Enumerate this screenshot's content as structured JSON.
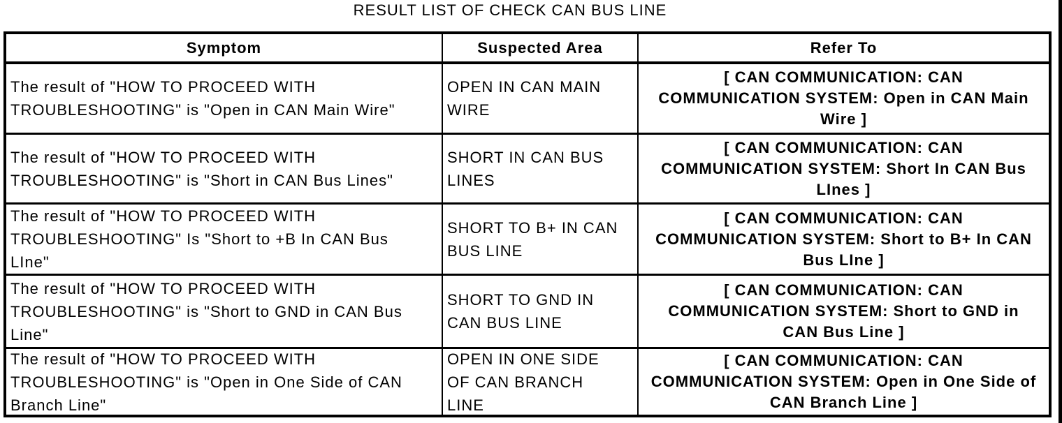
{
  "title": "RESULT LIST OF CHECK CAN BUS LINE",
  "colors": {
    "border": "#000000",
    "background": "#ffffff",
    "text": "#000000"
  },
  "table": {
    "headers": {
      "symptom": "Symptom",
      "suspected_area": "Suspected Area",
      "refer_to": "Refer To"
    },
    "rows": [
      {
        "symptom": "The result of \"HOW TO PROCEED WITH\nTROUBLESHOOTING\" is \"Open in CAN Main Wire\"",
        "suspected_area": "OPEN IN CAN MAIN\nWIRE",
        "refer_to": "[ CAN COMMUNICATION: CAN\nCOMMUNICATION SYSTEM: Open in CAN Main\nWire ]"
      },
      {
        "symptom": "The result of \"HOW TO PROCEED WITH\nTROUBLESHOOTING\" is \"Short in CAN Bus Lines\"",
        "suspected_area": "SHORT IN CAN BUS\nLINES",
        "refer_to": "[ CAN COMMUNICATION: CAN\nCOMMUNICATION SYSTEM: Short In CAN Bus\nLInes ]"
      },
      {
        "symptom": "The result of \"HOW TO PROCEED WITH\nTROUBLESHOOTING\" Is \"Short to +B In CAN Bus\nLIne\"",
        "suspected_area": "SHORT TO B+ IN CAN\nBUS LINE",
        "refer_to": "[ CAN COMMUNICATION: CAN\nCOMMUNICATION SYSTEM: Short to B+ In CAN\nBus LIne ]"
      },
      {
        "symptom": "The result of \"HOW TO PROCEED WITH\nTROUBLESHOOTING\" is \"Short to GND in CAN Bus\nLine\"",
        "suspected_area": "SHORT TO GND IN\nCAN BUS LINE",
        "refer_to": "[ CAN COMMUNICATION: CAN\nCOMMUNICATION SYSTEM: Short to GND in\nCAN Bus Line ]"
      },
      {
        "symptom": "The result of \"HOW TO PROCEED WITH\nTROUBLESHOOTING\" is \"Open in One Side of CAN\nBranch Line\"",
        "suspected_area": "OPEN IN ONE SIDE\nOF CAN BRANCH\nLINE",
        "refer_to": "[ CAN COMMUNICATION: CAN\nCOMMUNICATION SYSTEM: Open in One Side of\nCAN Branch Line ]"
      }
    ]
  }
}
